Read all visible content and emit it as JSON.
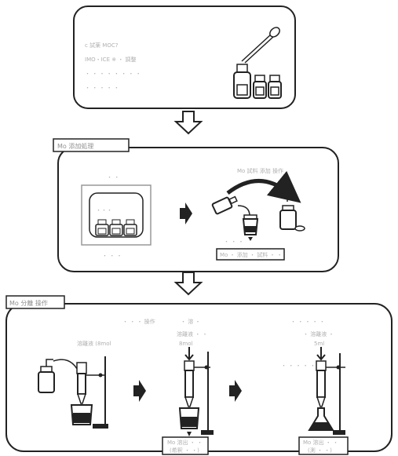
{
  "top_box": {
    "lines": [
      "c 試薬 MOC?",
      "IMO・ICE ※ ・ 調整",
      "・ ・ ・ ・ ・ ・ ・ ・",
      "・ ・ ・ ・ ・"
    ]
  },
  "section1": {
    "title": "Mo 添加処理",
    "left_caption": "・ ・",
    "left_footer": "・ ・ ・",
    "right_caption": "Mo 試料 添加 操作",
    "tube_label": "・ ・ ・",
    "result_label": "Mo ・ 添加 ・ 試料 ・ ・"
  },
  "section2": {
    "title": "Mo 分離 操作",
    "col1_title": "・ ・ ・ 操作",
    "col1_label": "溶離液 (8mol",
    "col2_title": "・ 溶 ・",
    "col2_label1": "溶離液 ・ ・",
    "col2_label2": "8mol",
    "col2_result1": "Mo 溶出 ・ ・",
    "col2_result2": "(希釈 ・ ・)",
    "col3_title": "・ ・ ・ ・ ・",
    "col3_label1": "・ 溶離液 ・",
    "col3_label2": "5ml",
    "col3_side": "・ ・ ・ ・ ・",
    "col3_result1": "Mo 溶出 ・ ・",
    "col3_result2": "(測 ・ ・)"
  }
}
